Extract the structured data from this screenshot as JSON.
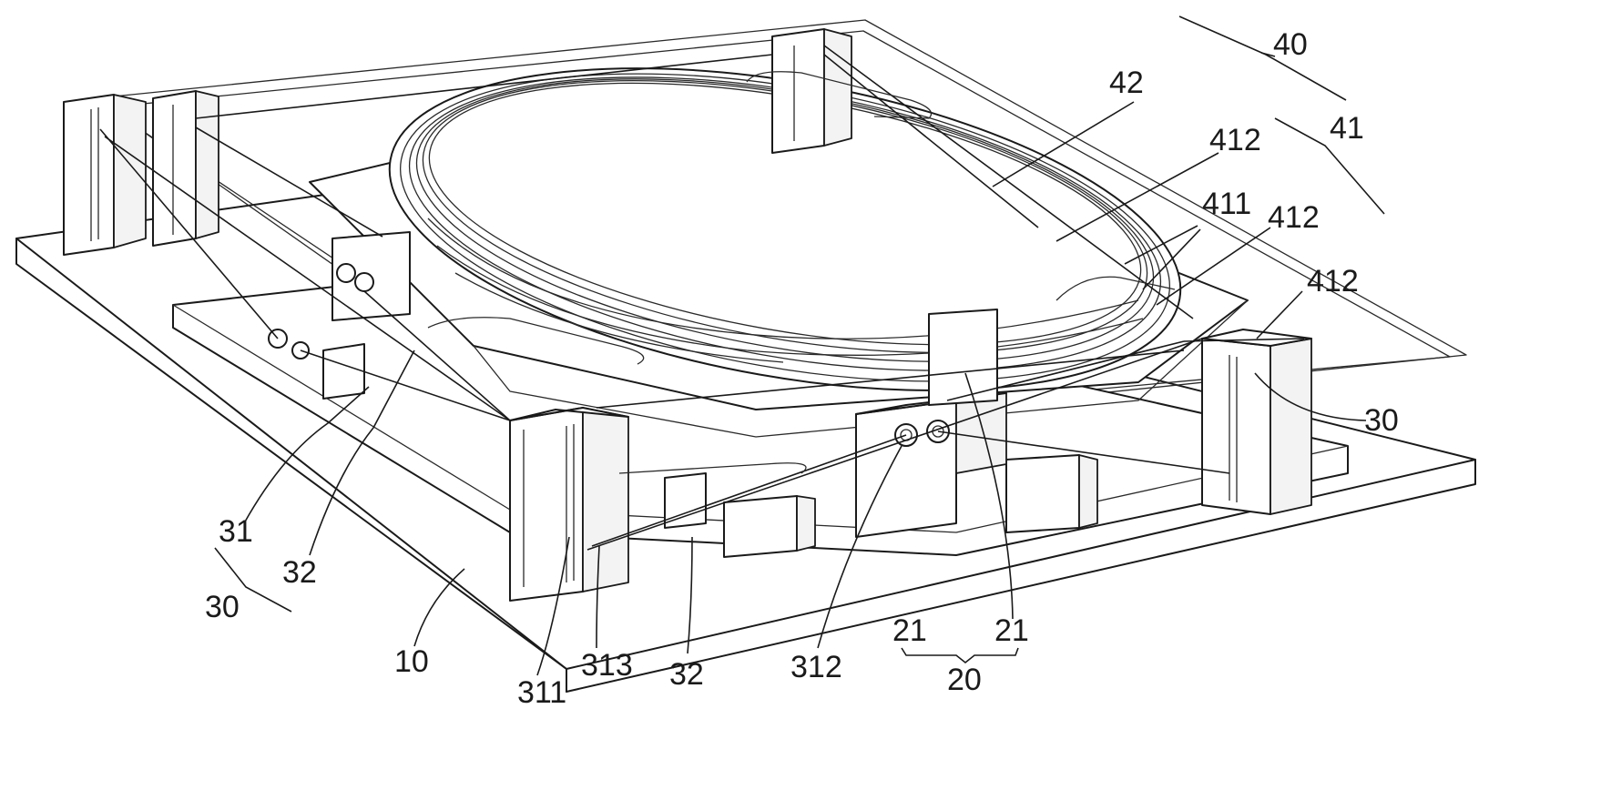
{
  "labels": {
    "l40": "40",
    "l42": "42",
    "l41": "41",
    "l412a": "412",
    "l411": "411",
    "l412b": "412",
    "l412c": "412",
    "l30r": "30",
    "l31": "31",
    "l32a": "32",
    "l30l": "30",
    "l10": "10",
    "l311": "311",
    "l313": "313",
    "l32b": "32",
    "l312": "312",
    "l21a": "21",
    "l21b": "21",
    "l20": "20"
  }
}
